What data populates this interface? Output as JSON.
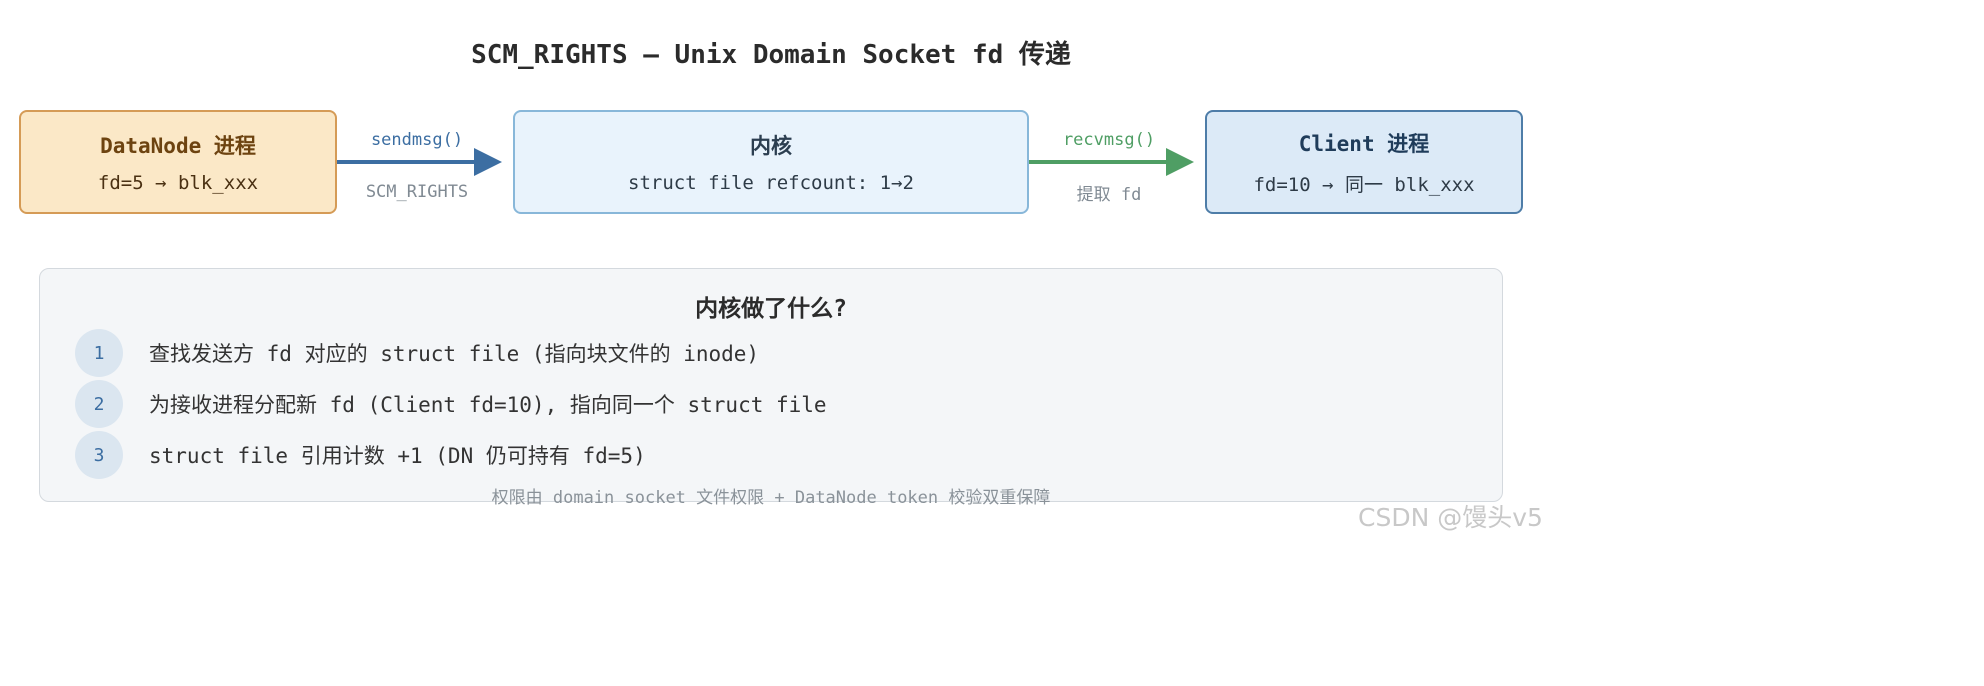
{
  "title": "SCM_RIGHTS — Unix Domain Socket fd 传递",
  "datanode": {
    "name": "DataNode 进程",
    "detail": "fd=5 → blk_xxx"
  },
  "kernel": {
    "name": "内核",
    "detail": "struct file refcount: 1→2"
  },
  "client": {
    "name": "Client 进程",
    "detail": "fd=10 → 同一 blk_xxx"
  },
  "send_arrow": {
    "label": "sendmsg()",
    "sublabel": "SCM_RIGHTS",
    "color": "#3c6ea2"
  },
  "recv_arrow": {
    "label": "recvmsg()",
    "sublabel": "提取 fd",
    "color": "#4f9e64"
  },
  "panel": {
    "title": "内核做了什么?",
    "steps": [
      {
        "num": "1",
        "text": "查找发送方 fd 对应的 struct file (指向块文件的 inode)"
      },
      {
        "num": "2",
        "text": "为接收进程分配新 fd (Client fd=10), 指向同一个 struct file"
      },
      {
        "num": "3",
        "text": "struct file 引用计数 +1 (DN 仍可持有 fd=5)"
      }
    ],
    "footnote": "权限由 domain socket 文件权限 + DataNode token 校验双重保障"
  },
  "watermark": "CSDN @馒头v5"
}
